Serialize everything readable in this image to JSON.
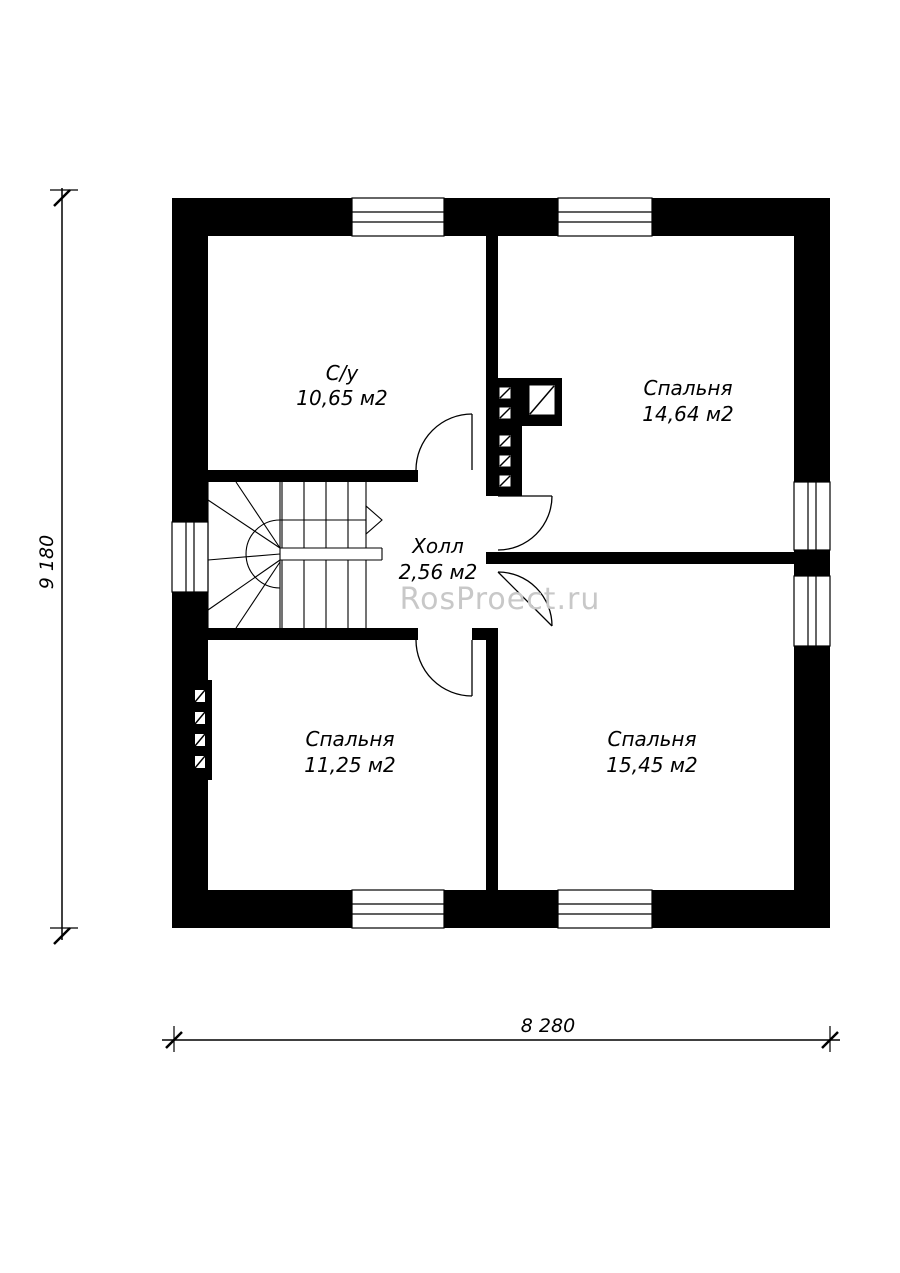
{
  "rooms": {
    "bathroom": {
      "name": "С/у",
      "area": "10,65 м2"
    },
    "bedroom_ne": {
      "name": "Спальня",
      "area": "14,64 м2"
    },
    "hall": {
      "name": "Холл",
      "area": "2,56 м2"
    },
    "bedroom_sw": {
      "name": "Спальня",
      "area": "11,25 м2"
    },
    "bedroom_se": {
      "name": "Спальня",
      "area": "15,45 м2"
    }
  },
  "dimensions": {
    "width": "8 280",
    "height": "9 180"
  },
  "watermark": "RosProect.ru"
}
